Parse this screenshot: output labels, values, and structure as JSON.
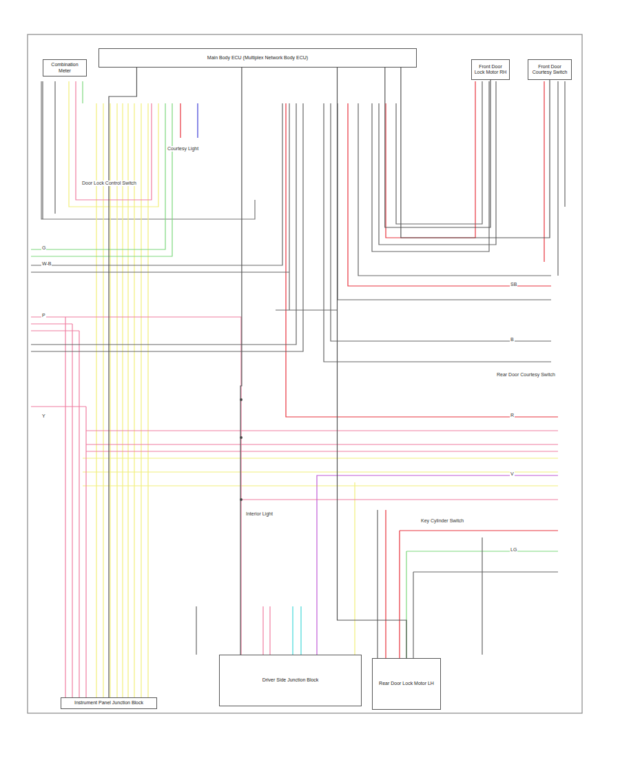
{
  "diagram": {
    "nodes": [
      {
        "text": [
          "Combination Meter"
        ]
      },
      {
        "text": [
          "Main Body ECU (Multiplex Network Body ECU)"
        ]
      },
      {
        "text": [
          "Front Door Lock Motor RH"
        ]
      },
      {
        "text": [
          "Front Door Courtesy Switch"
        ]
      },
      {
        "text": [
          "Instrument Panel Junction Block"
        ]
      },
      {
        "text": [
          "Driver Side Junction Block"
        ]
      },
      {
        "text": [
          "Rear Door Lock Motor LH"
        ]
      }
    ],
    "edges": [
      {
        "from": 1,
        "to": 5,
        "arrow": "none"
      },
      {
        "from": 1,
        "to": 4,
        "arrow": "none"
      },
      {
        "from": 2,
        "to": 1,
        "arrow": "none"
      },
      {
        "from": 3,
        "to": 1,
        "arrow": "none"
      },
      {
        "from": 6,
        "to": 1,
        "arrow": "none"
      }
    ],
    "labels": [
      "Door Lock Control Switch",
      "Courtesy Light",
      "Rear Door Courtesy Switch",
      "Interior Light",
      "Key Cylinder Switch",
      "P",
      "Y",
      "G",
      "W-B",
      "R",
      "LG",
      "V",
      "SB",
      "B"
    ]
  }
}
